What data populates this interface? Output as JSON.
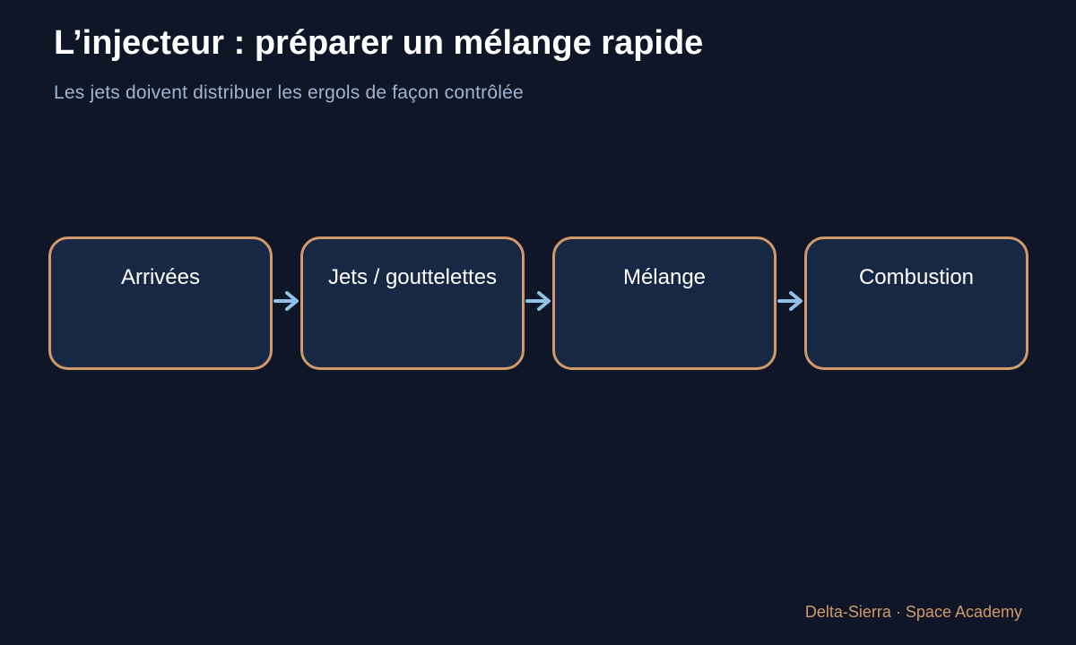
{
  "header": {
    "title": "L’injecteur : préparer un mélange rapide",
    "subtitle": "Les jets doivent distribuer les ergols de façon contrôlée"
  },
  "diagram": {
    "steps": [
      {
        "label": "Arrivées"
      },
      {
        "label": "Jets / gouttelettes"
      },
      {
        "label": "Mélange"
      },
      {
        "label": "Combustion"
      }
    ],
    "connector_icon": "right-arrow-icon"
  },
  "footer": {
    "text": "Delta-Sierra · Space Academy"
  },
  "colors": {
    "background": "#0e1627",
    "box_fill": "#172844",
    "box_border": "#d29a69",
    "arrow": "#8fc0e6",
    "subtitle": "#9fb5d3",
    "footer": "#d29a69"
  }
}
